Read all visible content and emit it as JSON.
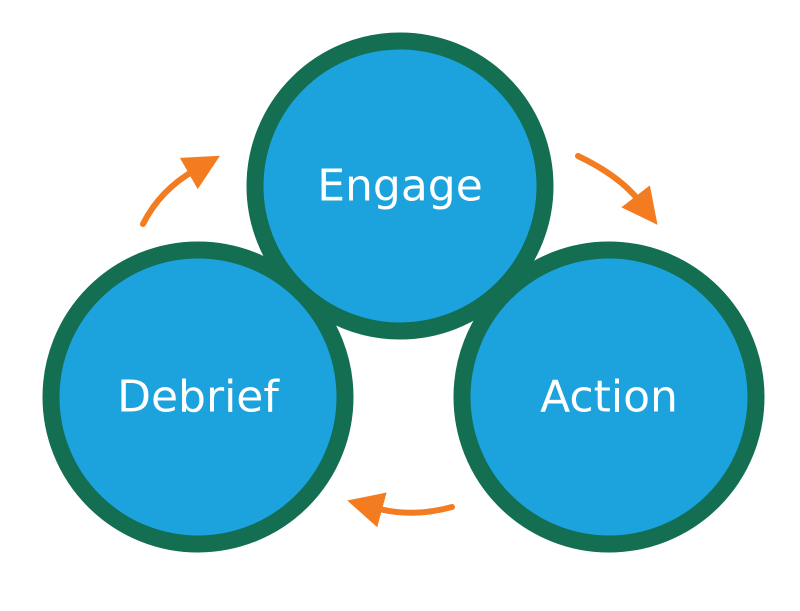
{
  "diagram": {
    "nodes": {
      "engage": {
        "label": "Engage"
      },
      "action": {
        "label": "Action"
      },
      "debrief": {
        "label": "Debrief"
      }
    },
    "edges": [
      {
        "from": "engage",
        "to": "action"
      },
      {
        "from": "action",
        "to": "debrief"
      },
      {
        "from": "debrief",
        "to": "engage"
      }
    ],
    "colors": {
      "circle_fill": "#1CA3DE",
      "circle_border": "#136E52",
      "label_text": "#FFFFFF",
      "arrow": "#F47C20",
      "background": "#FFFFFF"
    }
  }
}
